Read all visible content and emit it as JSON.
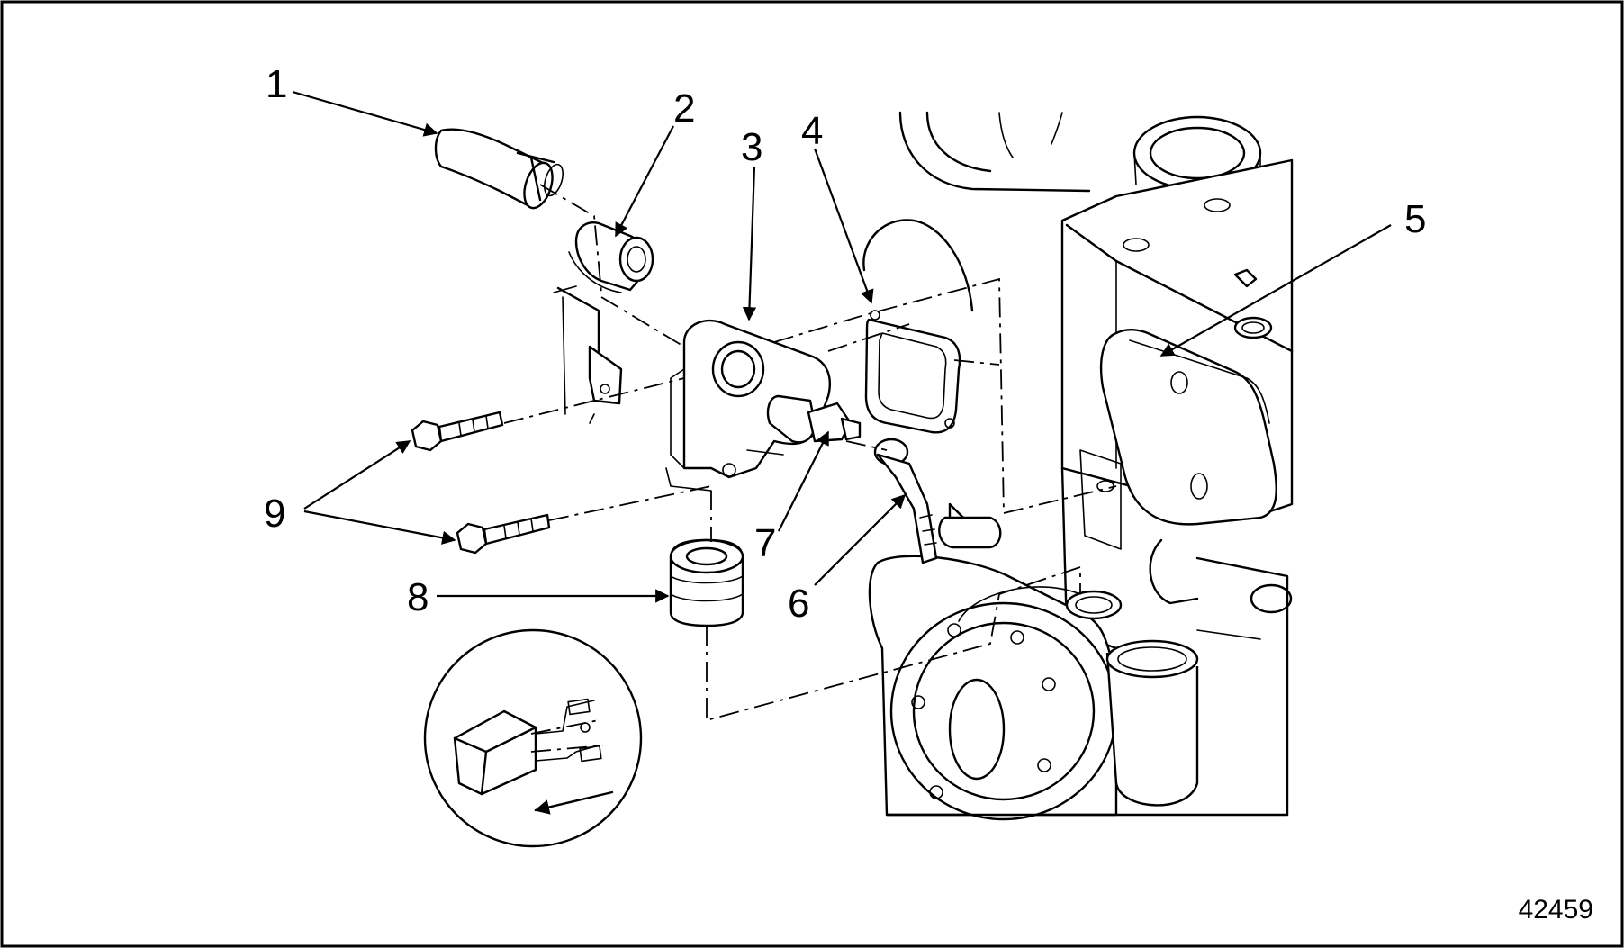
{
  "figure_number": "42459",
  "callouts": [
    {
      "id": "1",
      "label": "1"
    },
    {
      "id": "2",
      "label": "2"
    },
    {
      "id": "3",
      "label": "3"
    },
    {
      "id": "4",
      "label": "4"
    },
    {
      "id": "5",
      "label": "5"
    },
    {
      "id": "6",
      "label": "6"
    },
    {
      "id": "7",
      "label": "7"
    },
    {
      "id": "8",
      "label": "8"
    },
    {
      "id": "9",
      "label": "9"
    }
  ],
  "colors": {
    "ink": "#000000",
    "paper": "#ffffff"
  },
  "icons": {
    "arrowhead": "filled-triangle-arrow",
    "inset_arrow": "direction-arrow-icon"
  }
}
